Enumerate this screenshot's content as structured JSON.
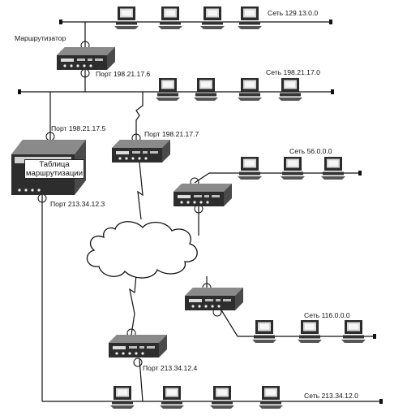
{
  "labels": {
    "router_top": "Маршрутизатор",
    "port_top": "Порт 198.21.17.6",
    "net_top": "Сеть 129.13.0.0",
    "net_second": "Сеть 198.21.17.0",
    "port_big_up": "Порт 198.21.17.5",
    "port_big_down": "Порт 213.34.12.3",
    "table_line1": "Таблица",
    "table_line2": "маршрутизации",
    "port_mid": "Порт 198.21.17.7",
    "net_56": "Сеть 56.0.0.0",
    "net_116": "Сеть 116.0.0.0",
    "port_bottom": "Порт 213.34.12.4",
    "net_bottom": "Сеть 213.34.12.0"
  },
  "icons": {
    "router": "router-icon",
    "computer": "computer-icon",
    "cloud": "wan-cloud-icon",
    "link": "lightning-link-icon"
  },
  "colors": {
    "line": "#111111",
    "device": "#2b2b2b",
    "background": "#ffffff"
  }
}
